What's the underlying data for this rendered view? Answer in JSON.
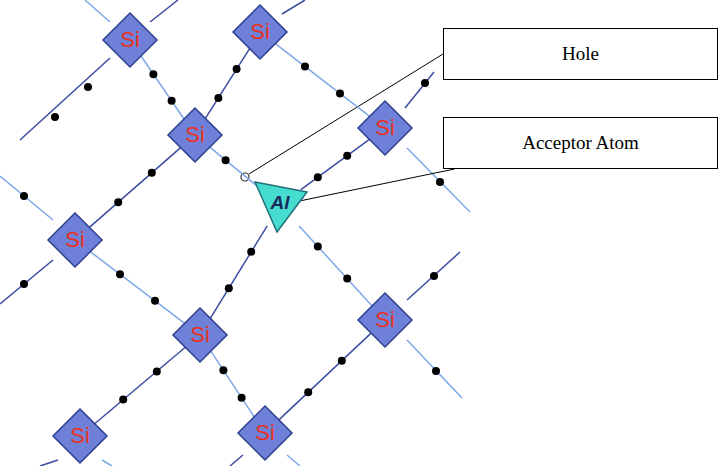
{
  "diagram": {
    "nodes": [
      {
        "text": [
          "Si"
        ]
      },
      {
        "text": [
          "Si"
        ]
      },
      {
        "text": [
          "Si"
        ]
      },
      {
        "text": [
          "Si"
        ]
      },
      {
        "text": [
          "Al"
        ]
      },
      {
        "text": [
          "Si"
        ]
      },
      {
        "text": [
          "Si"
        ]
      },
      {
        "text": [
          "Si"
        ]
      },
      {
        "text": [
          "Si"
        ]
      },
      {
        "text": [
          "Si"
        ]
      },
      {
        "text": [
          "Hole"
        ]
      },
      {
        "text": [
          "Acceptor Atom"
        ]
      }
    ],
    "edges": [
      {
        "from": 0,
        "to": 2,
        "arrow": "none"
      },
      {
        "from": 1,
        "to": 2,
        "arrow": "none"
      },
      {
        "from": 1,
        "to": 3,
        "arrow": "none"
      },
      {
        "from": 2,
        "to": 5,
        "arrow": "none"
      },
      {
        "from": 2,
        "to": 4,
        "arrow": "none"
      },
      {
        "from": 3,
        "to": 4,
        "arrow": "none"
      },
      {
        "from": 4,
        "to": 6,
        "arrow": "none"
      },
      {
        "from": 4,
        "to": 7,
        "arrow": "none"
      },
      {
        "from": 5,
        "to": 6,
        "arrow": "none"
      },
      {
        "from": 6,
        "to": 8,
        "arrow": "none"
      },
      {
        "from": 6,
        "to": 9,
        "arrow": "none"
      },
      {
        "from": 7,
        "to": 9,
        "arrow": "none"
      },
      {
        "from": 11,
        "to": 4,
        "arrow": "none"
      }
    ]
  }
}
